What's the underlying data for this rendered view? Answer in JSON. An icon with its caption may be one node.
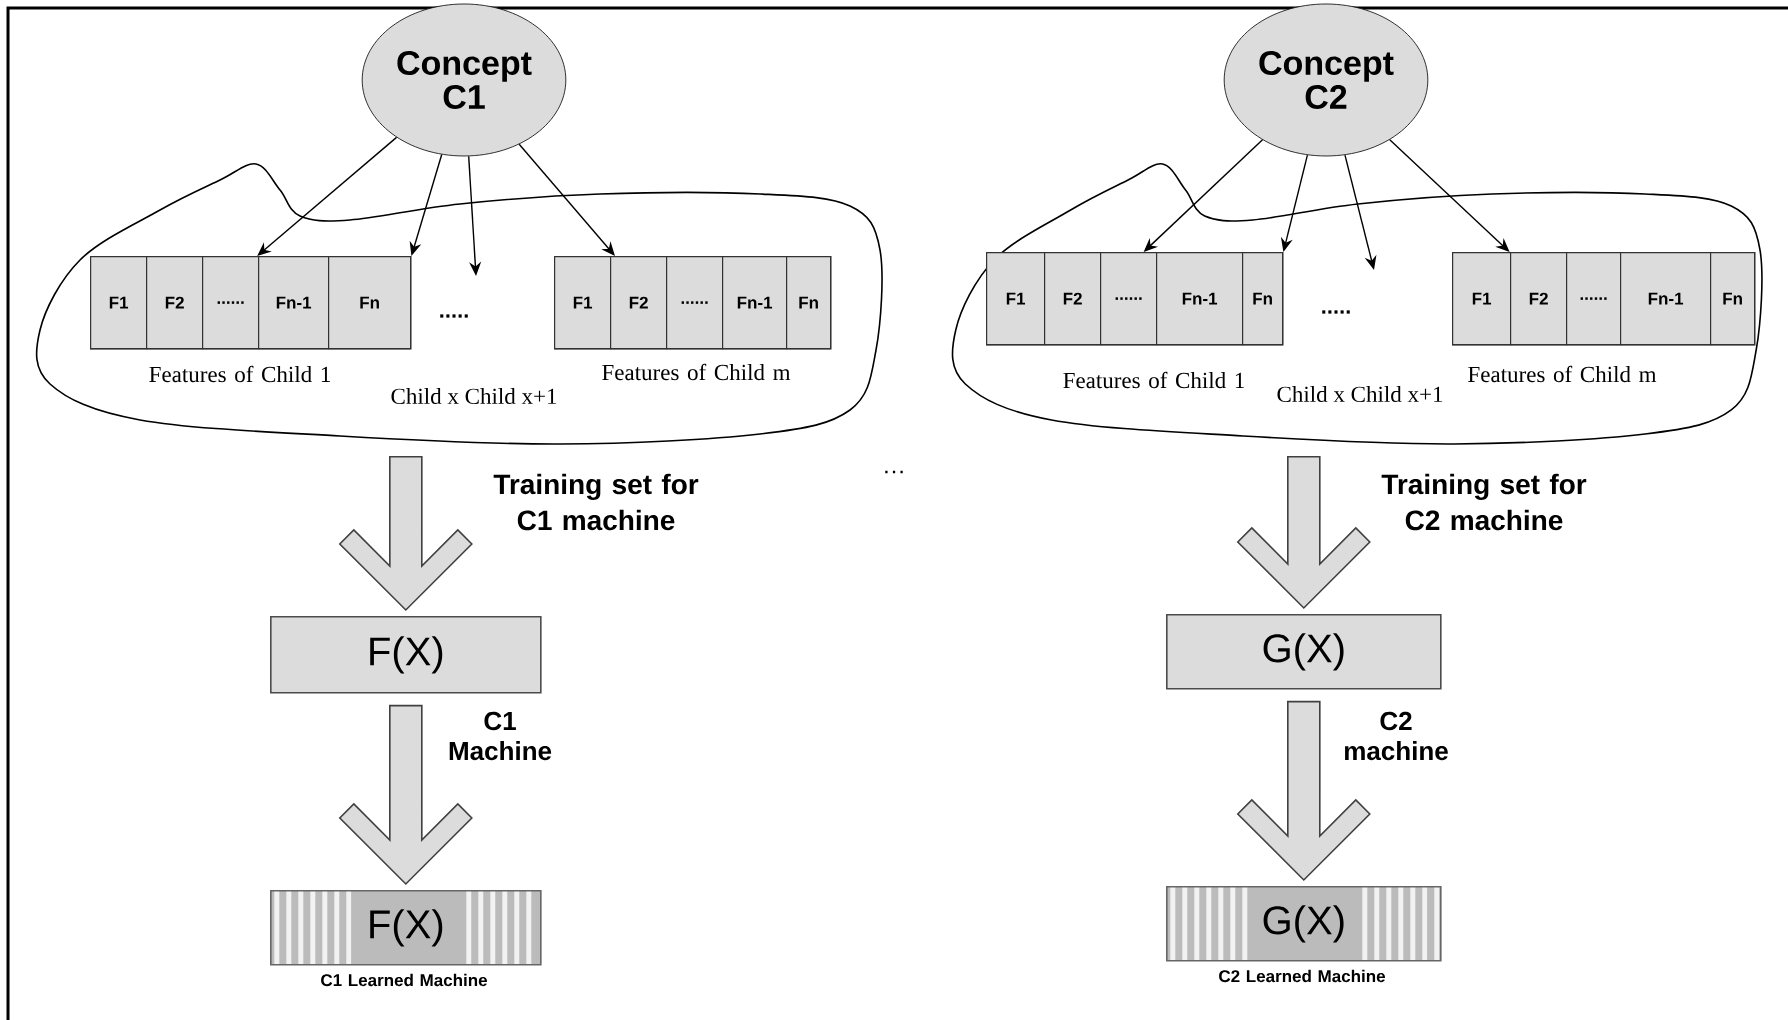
{
  "diagram": {
    "nodes": [
      {
        "text": [
          "Concept C1"
        ]
      },
      {
        "text": [],
        "shape": "cloud"
      },
      {
        "text": [],
        "shape": "box",
        "in": 1,
        "beside": [
          "Features of Child 1"
        ]
      },
      {
        "text": [
          "F1"
        ],
        "in": 2
      },
      {
        "text": [
          "F2"
        ],
        "in": 2
      },
      {
        "text": [
          "......"
        ],
        "in": 2
      },
      {
        "text": [
          "Fn-1"
        ],
        "in": 2
      },
      {
        "text": [
          "Fn"
        ],
        "in": 2
      },
      {
        "text": [],
        "shape": "box",
        "in": 1,
        "beside": [
          "Features of Child m"
        ]
      },
      {
        "text": [
          "F1"
        ],
        "in": 8
      },
      {
        "text": [
          "F2"
        ],
        "in": 8
      },
      {
        "text": [
          "......"
        ],
        "in": 8
      },
      {
        "text": [
          "Fn-1"
        ],
        "in": 8
      },
      {
        "text": [
          "Fn"
        ],
        "in": 8
      },
      {
        "text": [
          "F(X)"
        ],
        "beside": [
          "C1 Machine"
        ]
      },
      {
        "text": [
          "F(X)"
        ],
        "beside": [
          "C1 Learned Machine"
        ]
      },
      {
        "text": [
          "Concept C2"
        ]
      },
      {
        "text": [],
        "shape": "cloud"
      },
      {
        "text": [],
        "shape": "box",
        "in": 17,
        "beside": [
          "Features of Child 1"
        ]
      },
      {
        "text": [
          "F1"
        ],
        "in": 18
      },
      {
        "text": [
          "F2"
        ],
        "in": 18
      },
      {
        "text": [
          "......"
        ],
        "in": 18
      },
      {
        "text": [
          "Fn-1"
        ],
        "in": 18
      },
      {
        "text": [
          "Fn"
        ],
        "in": 18
      },
      {
        "text": [],
        "shape": "box",
        "in": 17,
        "beside": [
          "Features of Child m"
        ]
      },
      {
        "text": [
          "F1"
        ],
        "in": 24
      },
      {
        "text": [
          "F2"
        ],
        "in": 24
      },
      {
        "text": [
          "......"
        ],
        "in": 24
      },
      {
        "text": [
          "Fn-1"
        ],
        "in": 24
      },
      {
        "text": [
          "Fn"
        ],
        "in": 24
      },
      {
        "text": [
          "G(X)"
        ],
        "beside": [
          "C2 machine"
        ]
      },
      {
        "text": [
          "G(X)"
        ],
        "beside": [
          "C2 Learned Machine"
        ]
      }
    ],
    "edges": [
      {
        "from": 0,
        "to": 2,
        "arrow": "to"
      },
      {
        "from": 0,
        "to": 2,
        "arrow": "to"
      },
      {
        "from": 0,
        "to": null,
        "arrow": "to"
      },
      {
        "from": 0,
        "to": 8,
        "arrow": "to"
      },
      {
        "from": 1,
        "to": 14,
        "arrow": "to",
        "style": "thick",
        "label": "Training set for C1 machine"
      },
      {
        "from": 14,
        "to": 15,
        "arrow": "to",
        "style": "thick"
      },
      {
        "from": 16,
        "to": 18,
        "arrow": "to"
      },
      {
        "from": 16,
        "to": 18,
        "arrow": "to"
      },
      {
        "from": 16,
        "to": null,
        "arrow": "to"
      },
      {
        "from": 16,
        "to": 24,
        "arrow": "to"
      },
      {
        "from": 17,
        "to": 30,
        "arrow": "to",
        "style": "thick",
        "label": "Training set for C2 machine"
      },
      {
        "from": 30,
        "to": 31,
        "arrow": "to",
        "style": "thick"
      }
    ],
    "labels": [
      ".....",
      ".....",
      "Child x Child x+1",
      "Child x Child x+1",
      "…"
    ]
  }
}
